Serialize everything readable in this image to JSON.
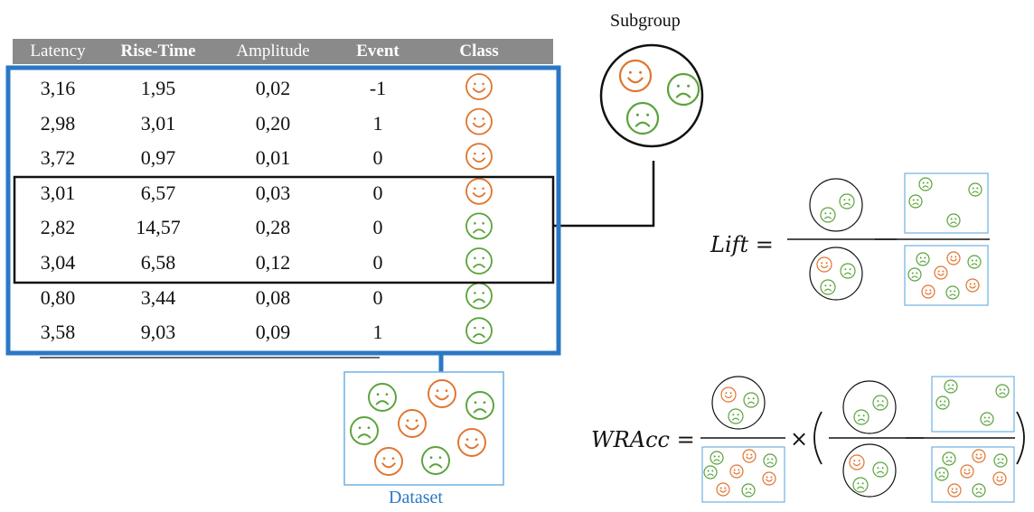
{
  "table": {
    "headers": [
      "Latency",
      "Rise-Time",
      "Amplitude",
      "Event",
      "Class"
    ],
    "header_bold": [
      false,
      true,
      false,
      true,
      true
    ],
    "rows": [
      {
        "cells": [
          "3,16",
          "1,95",
          "0,02",
          "-1"
        ],
        "class": "happy"
      },
      {
        "cells": [
          "2,98",
          "3,01",
          "0,20",
          "1"
        ],
        "class": "happy"
      },
      {
        "cells": [
          "3,72",
          "0,97",
          "0,01",
          "0"
        ],
        "class": "happy"
      },
      {
        "cells": [
          "3,01",
          "6,57",
          "0,03",
          "0"
        ],
        "class": "happy"
      },
      {
        "cells": [
          "2,82",
          "14,57",
          "0,28",
          "0"
        ],
        "class": "sad"
      },
      {
        "cells": [
          "3,04",
          "6,58",
          "0,12",
          "0"
        ],
        "class": "sad"
      },
      {
        "cells": [
          "0,80",
          "3,44",
          "0,08",
          "0"
        ],
        "class": "sad"
      },
      {
        "cells": [
          "3,58",
          "9,03",
          "0,09",
          "1"
        ],
        "class": "sad"
      }
    ]
  },
  "labels": {
    "subgroup": "Subgroup",
    "dataset": "Dataset",
    "lift": "Lift =",
    "wracc": "WRAcc ="
  },
  "colors": {
    "happy": "#e07530",
    "sad": "#5aa33a",
    "dataset_blue": "#2a78c4",
    "box_blue": "#6fb0e4",
    "header_gray": "#8a8a8a"
  }
}
